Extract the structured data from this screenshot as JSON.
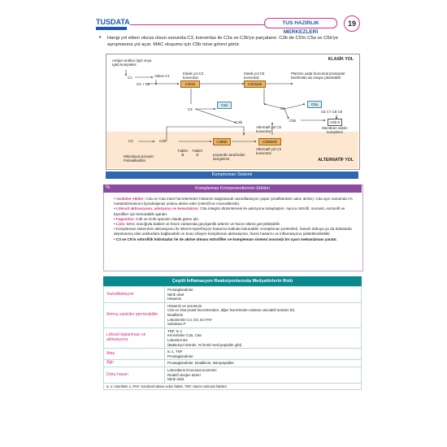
{
  "header": {
    "logo": "TUSDATA",
    "title": "TUS HAZIRLIK MERKEZLERİ",
    "page_number": "19"
  },
  "intro": {
    "bullet": "•",
    "text": "Hangi yol etken olursa olsun sonunda C3, konvertaz ile C3a ve C3b'ye parçalanır. C3b de C5'in C5a ve C5b'ye ayrışmasına yol açar. MAC oluşumu için C5b nüve görevi görür."
  },
  "diagram": {
    "classic_title": "KLASİK YOL",
    "alternative_title": "ALTERNATİF YOL",
    "antigen": "Antijen-antikor (IgG veya IgM) kompleksi",
    "c1": "C1",
    "active_c1": "Aktive C1",
    "c4c2": "C4 + C2",
    "classic_c3_conv": "Klasik yol C3 konvertaz",
    "classic_c5_conv": "Klasik yol C5 konvertaz",
    "c4b2a": "C4b2a",
    "c4b2a3b": "C4b2a3b",
    "c3": "C3",
    "c3a": "C3a",
    "c3b": "C3b",
    "c5": "C5",
    "c5a": "C5a",
    "c5b": "C5b",
    "c6789": "C6 C7 C8 C9",
    "c5b9": "C5b-9",
    "mac": "Membran saldırı kompleksi",
    "plasmin_note": "Plazmin yada lizozomal proteazlar tarafından da ortaya çıkarılabilir",
    "alt_c3": "C3",
    "alt_c3b": "C3b",
    "c3bbb": "C3bBb",
    "c3bbb3b": "C3bBb3b",
    "factor_b": "Faktör B",
    "factor_d": "Faktör D",
    "microbes": "Mikrobiyal yüzeyler Polisakkaritler",
    "properdin": "properdin tarafından dengelenir",
    "alt_c3_conv": "Alternatif yol C3 konvertaz",
    "alt_c5_conv": "Alternatif yol C5 konvertaz"
  },
  "section_bar": "Kompleman Sistemi",
  "box1": {
    "icon": "%",
    "title": "Kompleman Komponentlerinin Etkileri",
    "items": [
      {
        "lead": "Vasküler etkiler:",
        "text": "C3a ve C5a mast hücrelerinden histamin salgılatarak vazodilatasyon yapar (anafilatoksin adını alırlar). C5a aynı zamanda AA metabolizmasının lipooksijenaz yolunu aktive eder (nötrofil ve monositlerde)."
      },
      {
        "lead": "Lökosit aktivasyonu, adezyonu ve kemotaksis:",
        "text": "C5a integrin düzenlemesi ile adezyonu kolaylaştırır. Ayrıca nötrofil, monosit, eozinofil ve bazofiller için kemotaktik ajandır."
      },
      {
        "lead": "Fagositoz:",
        "text": "C3b ve iC3b opsonin olarak görev alır."
      },
      {
        "lead": "Lizis:",
        "text": "MAC oracığıyla bakteri ve hücre zarlarında geçirgenlik arttırılır ve hücre ölümü gerçekleştirilir."
      },
      {
        "lead": "",
        "text": "Kompleman sisteminin aktivasyonu ile iskemi-reperfüzyon hasarına katkıda bulunabilir. Kompleman proteinleri, hasarlı dokuya ya da dokularda depolanmış olan antikorlara bağlanabilir ve bunu izleyen kompleman aktivasyonu, hücre hasarını ve inflamasyonu şiddetlendirebilir."
      },
      {
        "lead": "",
        "text": "C3 ve C5'in nötrofilik hidrolazlar ile de aktive olması nötrofiller ve kompleman sistemi arasında bir uyarı mekanizması yaratır."
      }
    ]
  },
  "table": {
    "title": "Çeşitli İnflamasyon Reaksiyonlarında Medyatörlerin Rolü",
    "rows": [
      {
        "category": "Vazodilatasyon",
        "values": "Prostaglandinler\nNitrik oksit\nHistamin"
      },
      {
        "category": "Artmış vasküler permeabilite",
        "values": "Histamin ve serotonin\nC3a ve C5a (mast hücrelerinden, diğer hücrelerden salınan vazoaktif aminler ile)\nBradikinin\nLökotrienler C4, D4, E4 PAF\nSubstans P"
      },
      {
        "category": "Lökosit toplanması ve aktivasyonu",
        "values": "TNF, IL-1\nKemokinler C3a, C5a\nLökotrien B4\n(Bakteriyel ürünler, N-formil metil peptidler gibi)"
      },
      {
        "category": "Ateş",
        "values": "IL-1, TNF\nProstaglandinler"
      },
      {
        "category": "Ağrı",
        "values": "Prostaglandinler, Bradikinin, Nöropeptidler"
      },
      {
        "category": "Doku hasarı",
        "values": "Lökositlerin lizozomal enzimleri\nReaktif oksijen türleri\nNitrik oksit"
      }
    ],
    "footnote": "IL-1: interlökin-1, PAF: trombosit aktive eden faktör, TNF: tümör nekrozis faktörü"
  },
  "colors": {
    "accent_pink": "#d2327e",
    "header_blue": "#2d67ad",
    "box_purple": "#8a4ba0",
    "table_teal": "#0a8a8f"
  }
}
